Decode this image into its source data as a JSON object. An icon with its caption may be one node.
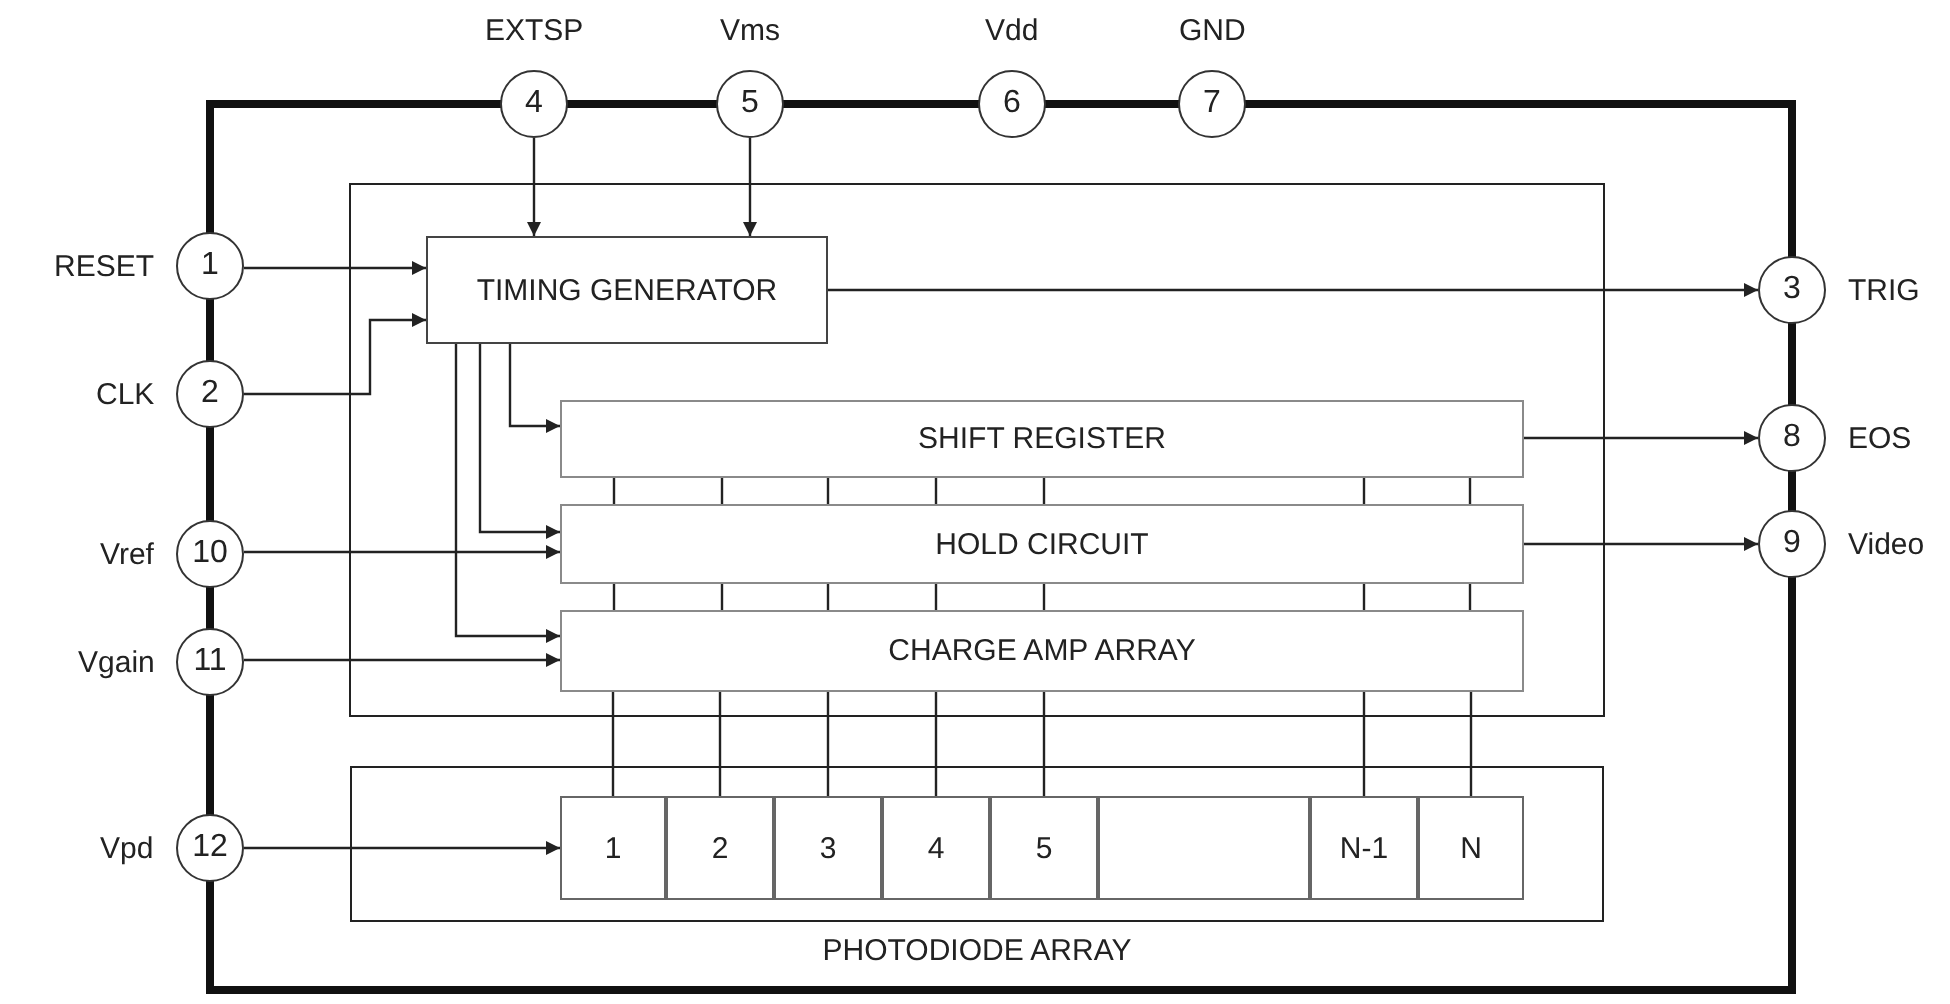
{
  "diagram": {
    "nodes": [
      {
        "text": [
          "TIMING GENERATOR"
        ]
      },
      {
        "text": [
          "SHIFT REGISTER"
        ]
      },
      {
        "text": [
          "HOLD CIRCUIT"
        ]
      },
      {
        "text": [
          "CHARGE AMP ARRAY"
        ]
      },
      {
        "text": [
          "PHOTODIODE ARRAY"
        ]
      },
      {
        "text": [
          "1"
        ],
        "in": 4
      },
      {
        "text": [
          "2"
        ],
        "in": 4
      },
      {
        "text": [
          "3"
        ],
        "in": 4
      },
      {
        "text": [
          "4"
        ],
        "in": 4
      },
      {
        "text": [
          "5"
        ],
        "in": 4
      },
      {
        "text": [],
        "shape": "box",
        "in": 4
      },
      {
        "text": [
          "N-1"
        ],
        "in": 4
      },
      {
        "text": [
          "N"
        ],
        "in": 4
      },
      {
        "text": [
          "1"
        ],
        "beside": [
          "RESET"
        ]
      },
      {
        "text": [
          "2"
        ],
        "beside": [
          "CLK"
        ]
      },
      {
        "text": [
          "3"
        ],
        "beside": [
          "TRIG"
        ]
      },
      {
        "text": [
          "4"
        ],
        "beside": [
          "EXTSP"
        ]
      },
      {
        "text": [
          "5"
        ],
        "beside": [
          "Vms"
        ]
      },
      {
        "text": [
          "6"
        ],
        "beside": [
          "Vdd"
        ]
      },
      {
        "text": [
          "7"
        ],
        "beside": [
          "GND"
        ]
      },
      {
        "text": [
          "8"
        ],
        "beside": [
          "EOS"
        ]
      },
      {
        "text": [
          "9"
        ],
        "beside": [
          "Video"
        ]
      },
      {
        "text": [
          "10"
        ],
        "beside": [
          "Vref"
        ]
      },
      {
        "text": [
          "11"
        ],
        "beside": [
          "Vgain"
        ]
      },
      {
        "text": [
          "12"
        ],
        "beside": [
          "Vpd"
        ]
      }
    ],
    "edges": [
      {
        "from": 16,
        "to": 0,
        "arrow": "to"
      },
      {
        "from": 17,
        "to": 0,
        "arrow": "to"
      },
      {
        "from": 13,
        "to": 0,
        "arrow": "to"
      },
      {
        "from": 14,
        "to": 0,
        "arrow": "to"
      },
      {
        "from": 0,
        "to": 15,
        "arrow": "to"
      },
      {
        "from": 0,
        "to": 1,
        "arrow": "to"
      },
      {
        "from": 0,
        "to": 2,
        "arrow": "to"
      },
      {
        "from": 0,
        "to": 3,
        "arrow": "to"
      },
      {
        "from": 1,
        "to": 20,
        "arrow": "to"
      },
      {
        "from": 22,
        "to": 2,
        "arrow": "to"
      },
      {
        "from": 2,
        "to": 21,
        "arrow": "to"
      },
      {
        "from": 23,
        "to": 3,
        "arrow": "to"
      },
      {
        "from": 24,
        "to": 5,
        "arrow": "to"
      },
      {
        "from": 1,
        "to": 2,
        "arrow": "none"
      },
      {
        "from": 1,
        "to": 2,
        "arrow": "none"
      },
      {
        "from": 1,
        "to": 2,
        "arrow": "none"
      },
      {
        "from": 1,
        "to": 2,
        "arrow": "none"
      },
      {
        "from": 1,
        "to": 2,
        "arrow": "none"
      },
      {
        "from": 1,
        "to": 2,
        "arrow": "none"
      },
      {
        "from": 1,
        "to": 2,
        "arrow": "none"
      },
      {
        "from": 2,
        "to": 3,
        "arrow": "none"
      },
      {
        "from": 2,
        "to": 3,
        "arrow": "none"
      },
      {
        "from": 2,
        "to": 3,
        "arrow": "none"
      },
      {
        "from": 2,
        "to": 3,
        "arrow": "none"
      },
      {
        "from": 2,
        "to": 3,
        "arrow": "none"
      },
      {
        "from": 2,
        "to": 3,
        "arrow": "none"
      },
      {
        "from": 2,
        "to": 3,
        "arrow": "none"
      },
      {
        "from": 3,
        "to": 5,
        "arrow": "none"
      },
      {
        "from": 3,
        "to": 6,
        "arrow": "none"
      },
      {
        "from": 3,
        "to": 7,
        "arrow": "none"
      },
      {
        "from": 3,
        "to": 8,
        "arrow": "none"
      },
      {
        "from": 3,
        "to": 9,
        "arrow": "none"
      },
      {
        "from": 3,
        "to": 11,
        "arrow": "none"
      },
      {
        "from": 3,
        "to": 12,
        "arrow": "none"
      }
    ]
  }
}
